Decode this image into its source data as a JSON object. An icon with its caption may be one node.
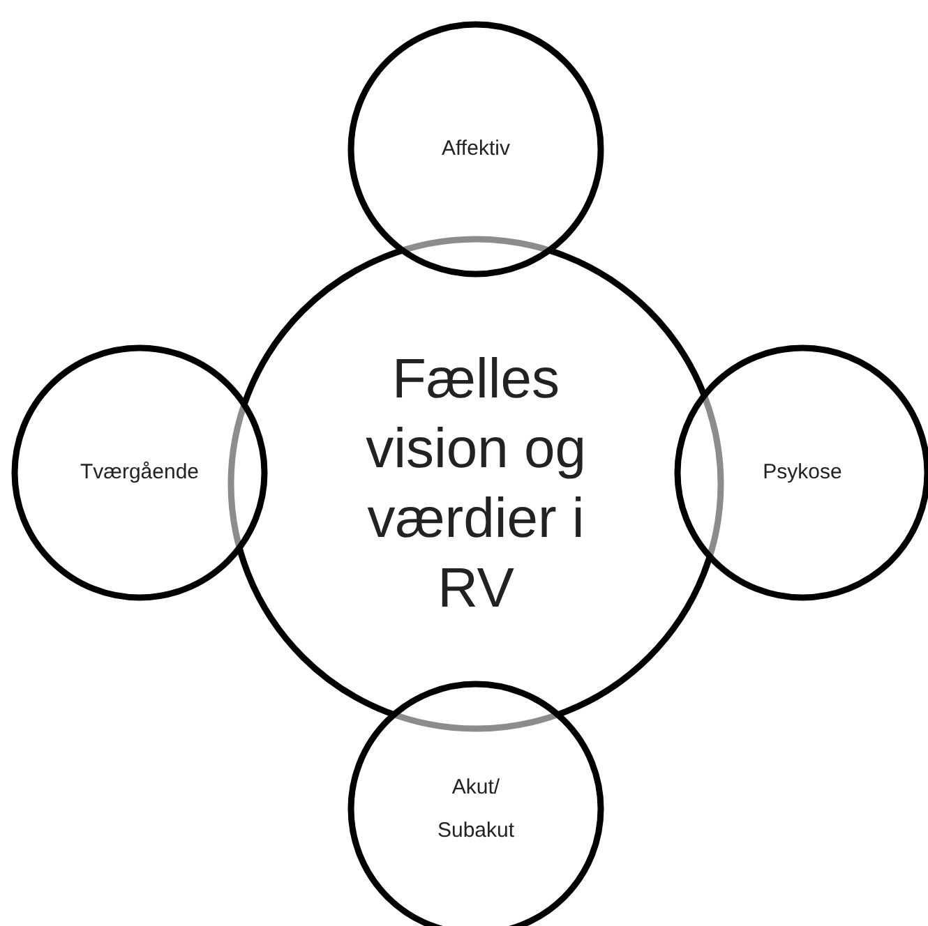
{
  "diagram": {
    "nodes": [
      {
        "text": [
          "Fælles vision og værdier i RV"
        ]
      },
      {
        "text": [
          "Affektiv"
        ]
      },
      {
        "text": [
          "Tværgående"
        ]
      },
      {
        "text": [
          "Psykose"
        ]
      },
      {
        "text": [
          "Akut/ Subakut"
        ]
      }
    ]
  }
}
